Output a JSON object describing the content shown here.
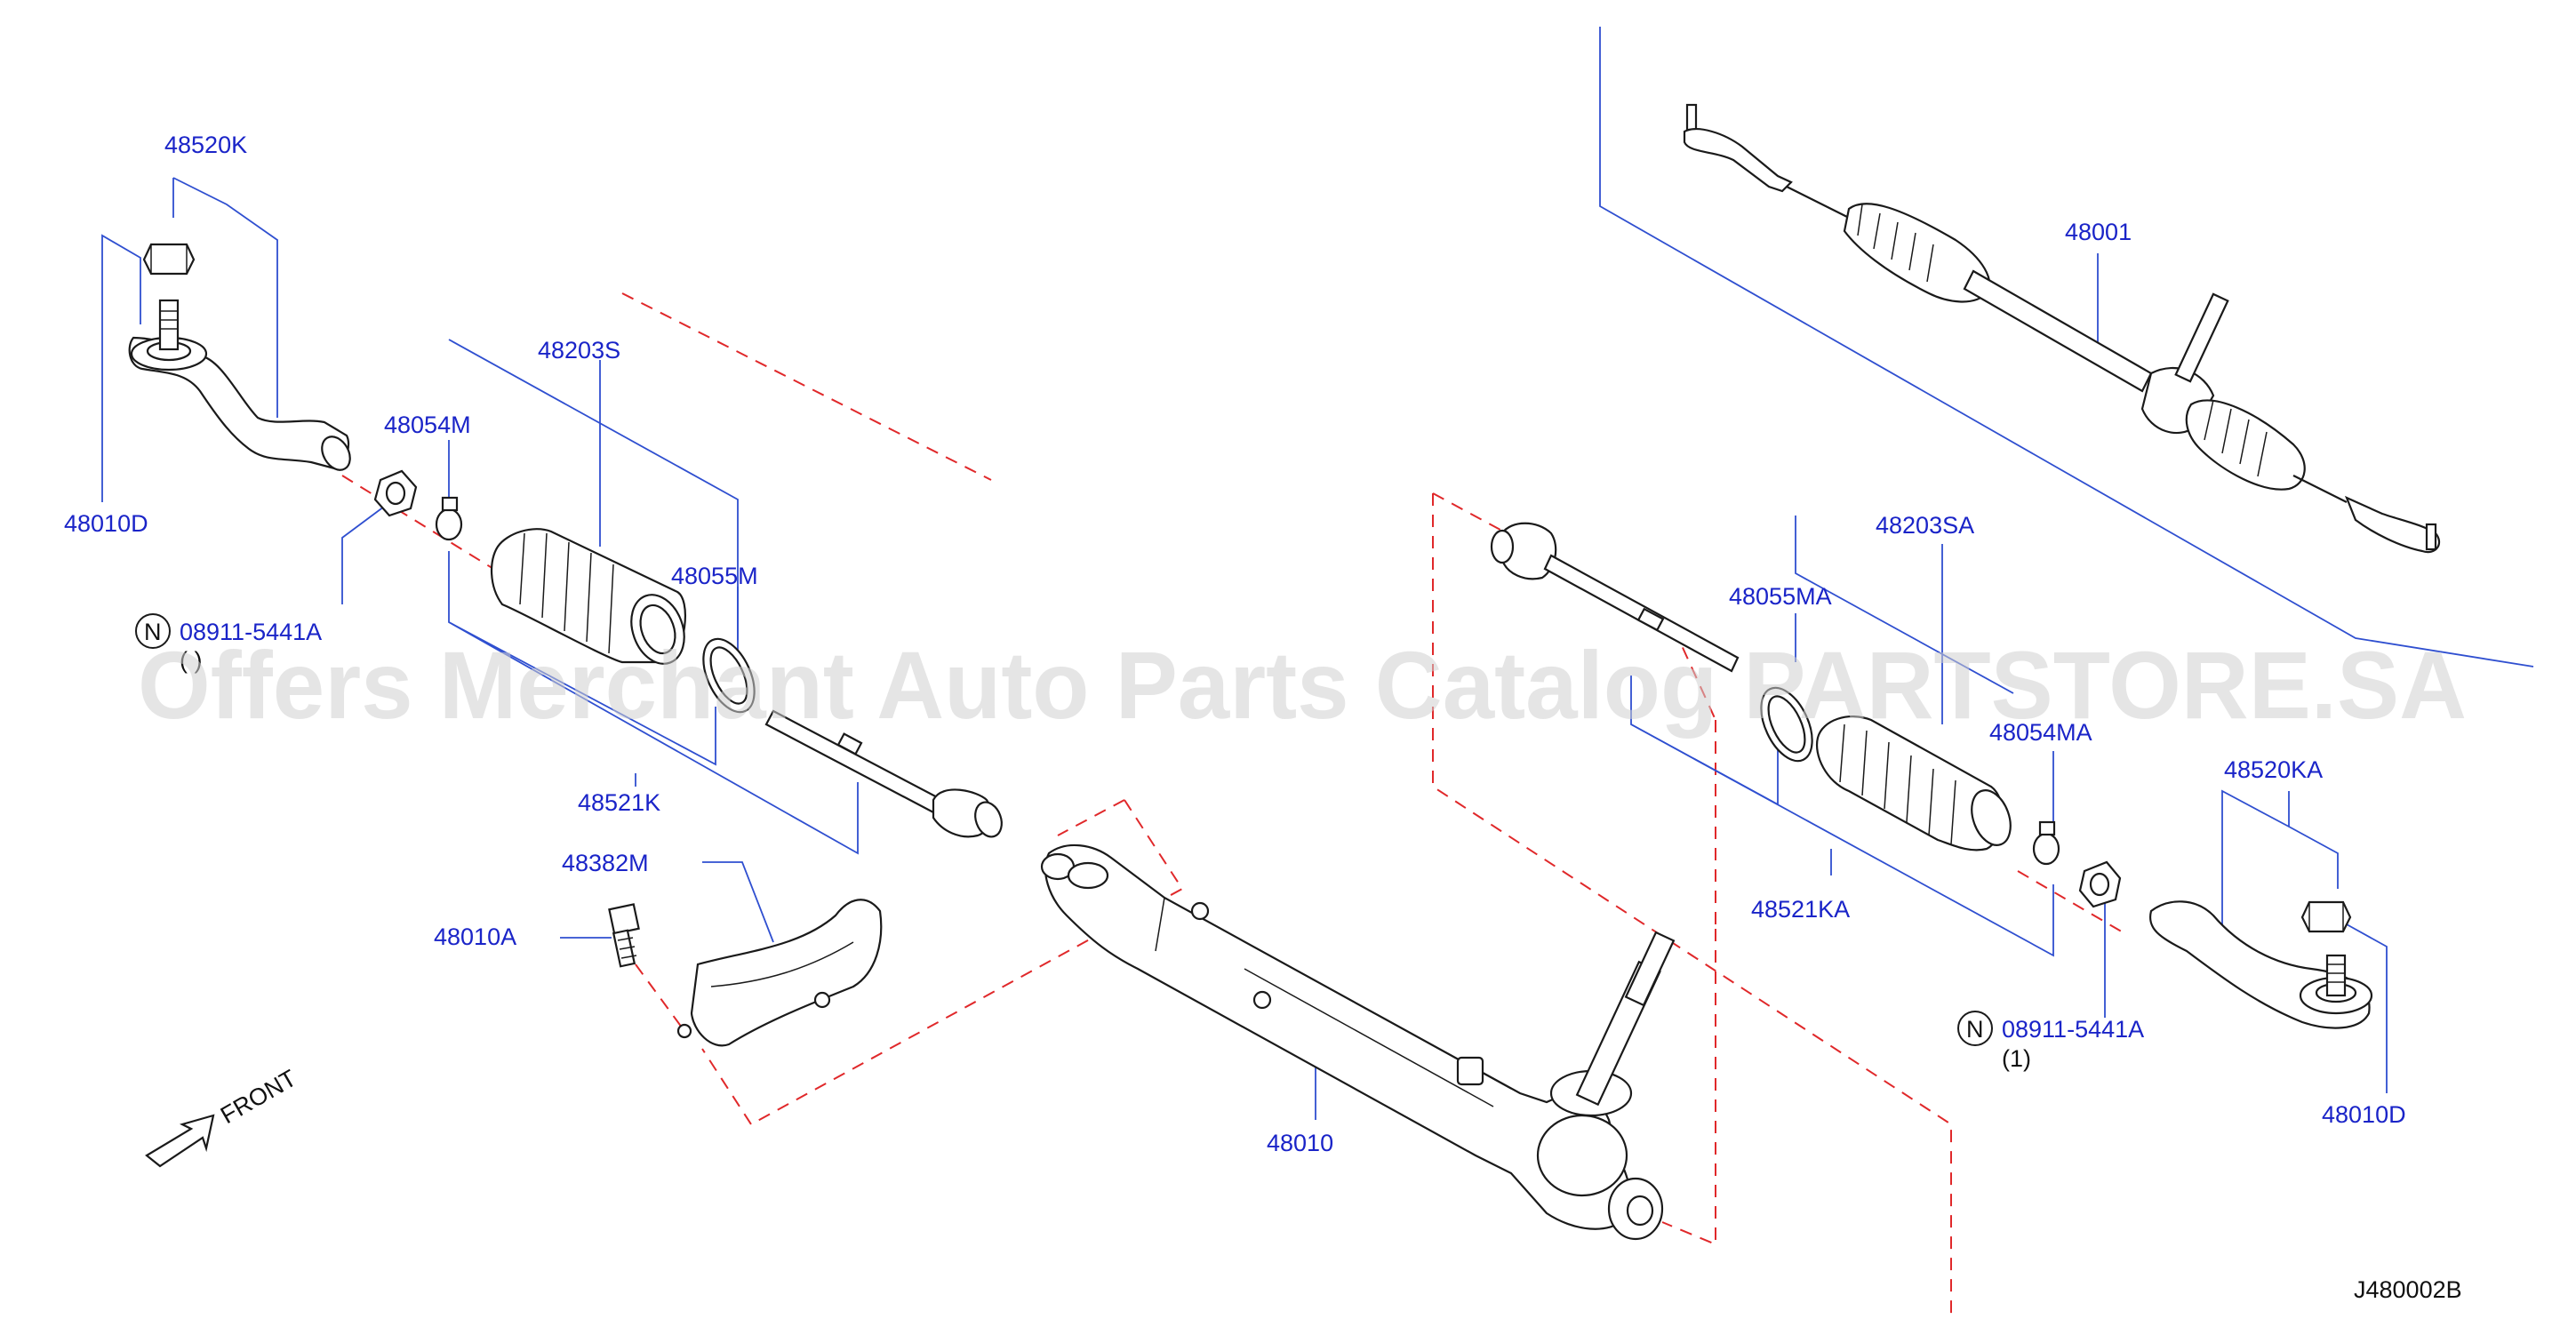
{
  "labels": {
    "p48520K": "48520K",
    "p48010D_left": "48010D",
    "p48054M": "48054M",
    "p48203S": "48203S",
    "p48055M": "48055M",
    "p08911_left": "08911-5441A",
    "p08911_left_qty": "( )",
    "p48521K": "48521K",
    "p48382M": "48382M",
    "p48010A": "48010A",
    "p48010": "48010",
    "p48001": "48001",
    "p48203SA": "48203SA",
    "p48055MA": "48055MA",
    "p48054MA": "48054MA",
    "p48520KA": "48520KA",
    "p48521KA": "48521KA",
    "p08911_right": "08911-5441A",
    "p08911_right_qty": "(1)",
    "p48010D_right": "48010D",
    "nut_symbol": "N",
    "front": "FRONT",
    "diagram_code": "J480002B"
  },
  "watermark": "Offers Merchant Auto Parts Catalog PARTSTORE.SA",
  "colors": {
    "label_blue": "#1a24c8",
    "leader_blue": "#2f4fd0",
    "dash_red": "#e0282a",
    "line_black": "#1a1a1a",
    "watermark_gray": "#cfcfcf"
  }
}
